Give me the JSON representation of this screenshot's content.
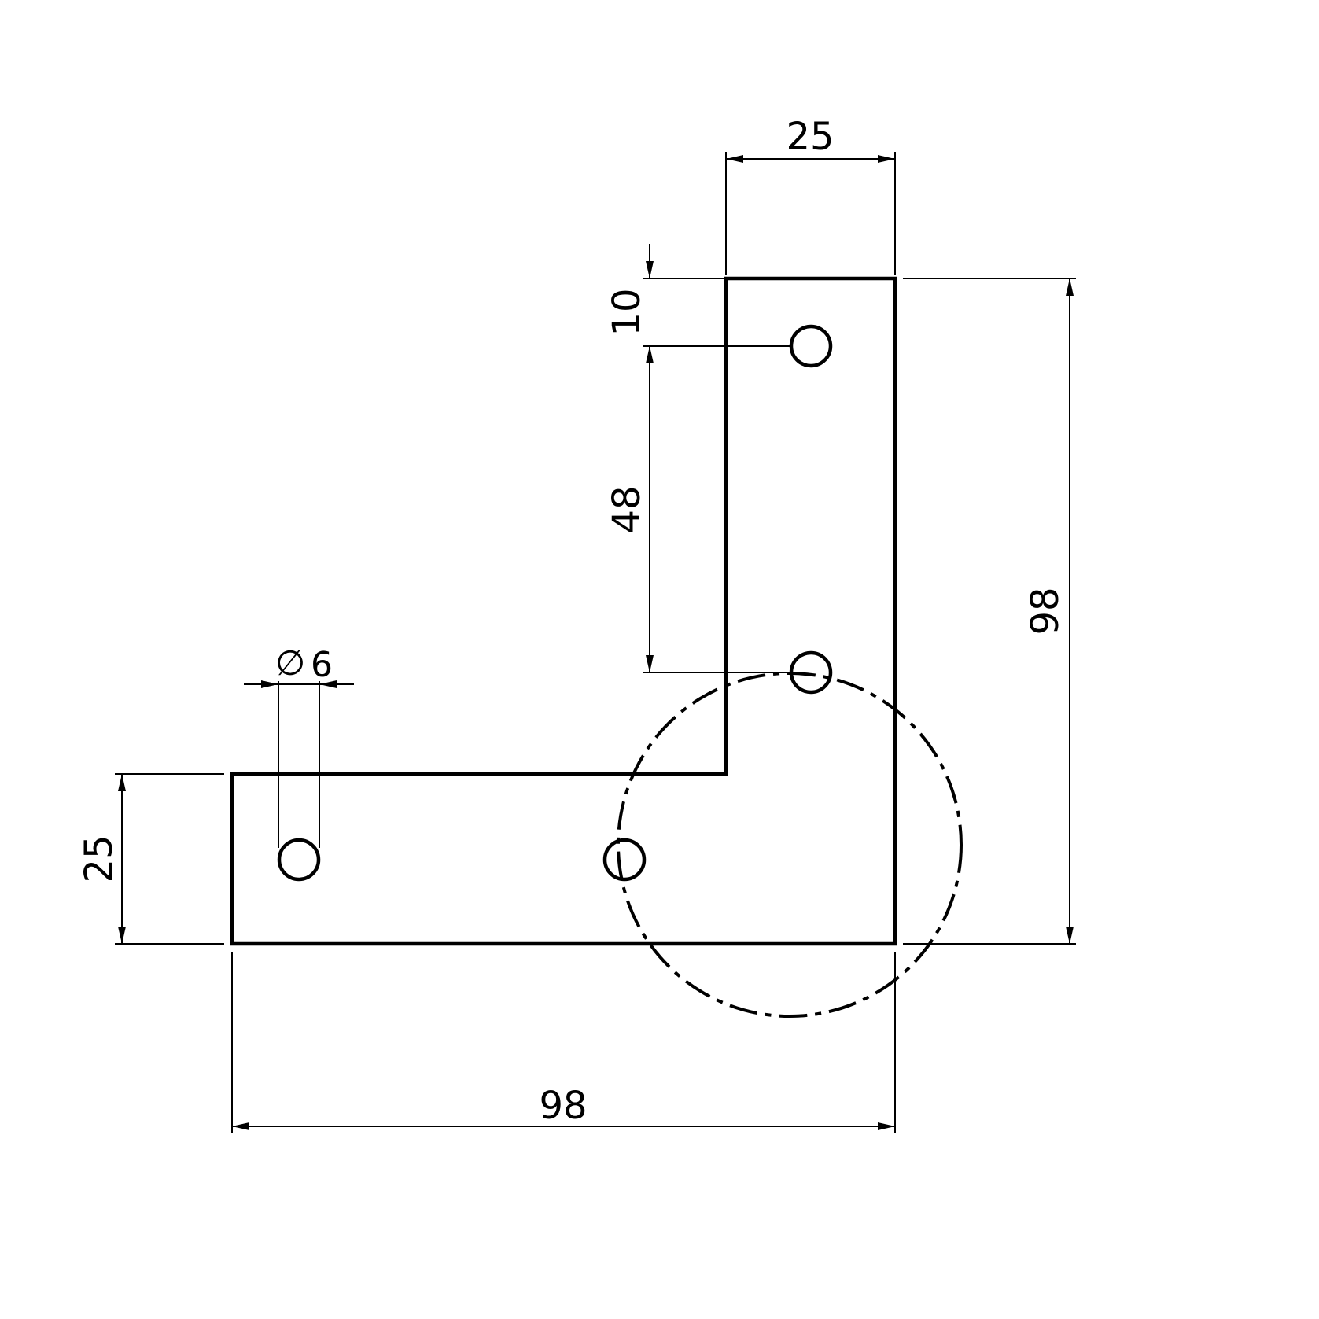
{
  "drawing": {
    "dimensions": {
      "top_width": "25",
      "top_hole_offset": "10",
      "hole_spacing": "48",
      "overall_height": "98",
      "left_height": "25",
      "overall_width": "98",
      "hole_diameter_symbol": "∅",
      "hole_diameter": "6"
    }
  }
}
